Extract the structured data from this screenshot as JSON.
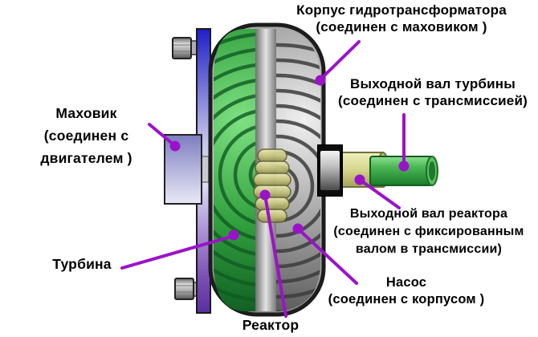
{
  "diagram_subject": "Гидротрансформатор (torque converter cutaway)",
  "labels": {
    "housing": {
      "lines": [
        "Корпус гидротрансформатора",
        "(соединен с маховиком )"
      ]
    },
    "turbine_shaft": {
      "lines": [
        "Выходной вал турбины",
        "(соединен с трансмиссией)"
      ]
    },
    "flywheel": {
      "lines": [
        "Маховик",
        "(соединен с",
        "двигателем )"
      ]
    },
    "reactor_shaft": {
      "lines": [
        "Выходной вал реактора",
        "(соединен с фиксированным",
        "валом в трансмиссии)"
      ]
    },
    "turbine": {
      "lines": [
        "Турбина"
      ]
    },
    "pump": {
      "lines": [
        "Насос",
        "(соединен с корпусом )"
      ]
    },
    "reactor": {
      "lines": [
        "Реактор"
      ]
    }
  },
  "colors": {
    "background": "#ffffff",
    "text": "#000000",
    "callout_purple": "#9b13c9",
    "flywheel_blue_top": "#2020c8",
    "flywheel_lavender_mid": "#d8d8f0",
    "flywheel_purple_bottom": "#5a2f9e",
    "engine_hub_periwinkle": "#b4b4dc",
    "housing_gray": "#b5b5b5",
    "turbine_green": "#3aa84a",
    "pump_gray": "#9a9a9a",
    "reactor_khaki": "#c2c178",
    "turbine_shaft_green": "#4cb957",
    "hub_black": "#0d0d0d"
  }
}
